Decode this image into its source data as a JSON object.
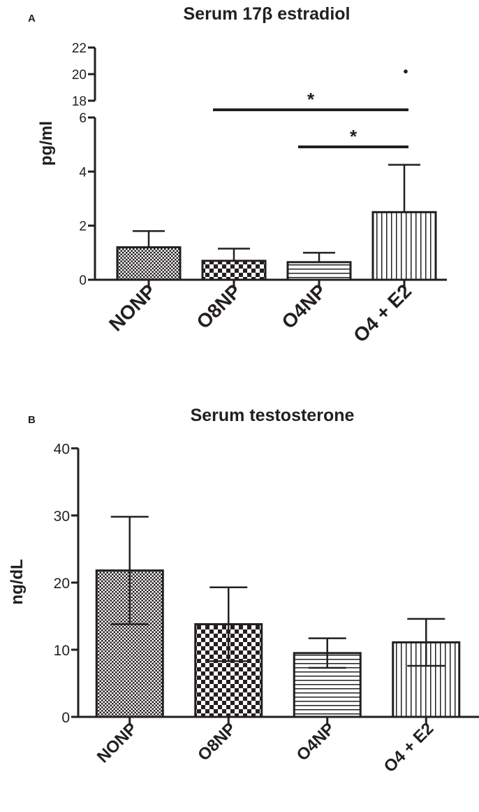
{
  "chart_data": [
    {
      "panel_letter": "A",
      "type": "bar",
      "title": "Serum 17β estradiol",
      "xlabel": "",
      "ylabel": "pg/ml",
      "categories": [
        "NONP",
        "O8NP",
        "O4NP",
        "O4 + E2"
      ],
      "values": [
        1.2,
        0.7,
        0.65,
        2.5
      ],
      "errors": [
        0.6,
        0.45,
        0.35,
        1.75
      ],
      "patterns": [
        "dots",
        "checker",
        "hlines",
        "vlines"
      ],
      "broken_axis": true,
      "ylim_lower": [
        0,
        6
      ],
      "ylim_upper": [
        18,
        22
      ],
      "yticks_lower": [
        "0",
        "2",
        "4",
        "6"
      ],
      "yticks_upper": [
        "18",
        "20",
        "22"
      ],
      "outlier": {
        "category": "O4 + E2",
        "value": 20.2
      },
      "significance": [
        {
          "from": "O8NP",
          "to": "O4 + E2",
          "label": "*"
        },
        {
          "from": "O4NP",
          "to": "O4 + E2",
          "label": "*"
        }
      ]
    },
    {
      "panel_letter": "B",
      "type": "bar",
      "title": "Serum testosterone",
      "xlabel": "",
      "ylabel": "ng/dL",
      "categories": [
        "NONP",
        "O8NP",
        "O4NP",
        "O4 + E2"
      ],
      "values": [
        21.8,
        13.8,
        9.5,
        11.1
      ],
      "errors": [
        8.0,
        5.5,
        2.2,
        3.5
      ],
      "patterns": [
        "dots",
        "checker",
        "hlines",
        "vlines"
      ],
      "ylim": [
        0,
        40
      ],
      "yticks": [
        "0",
        "10",
        "20",
        "30",
        "40"
      ]
    }
  ]
}
